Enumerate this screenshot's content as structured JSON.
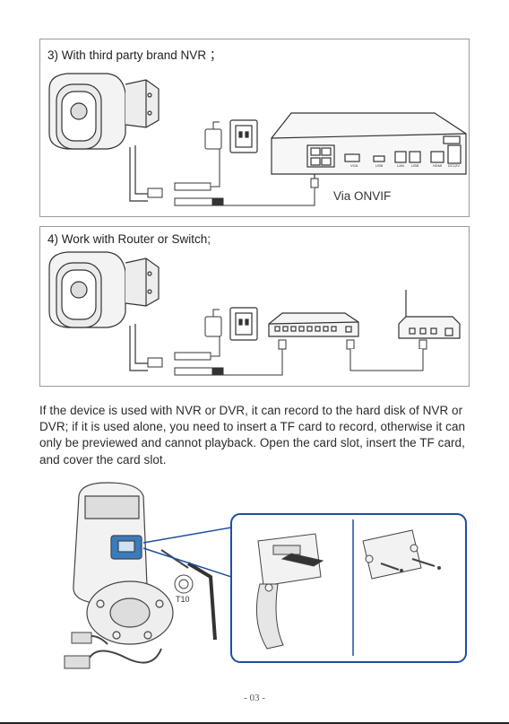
{
  "panel1": {
    "title": "3) With third party brand NVR ；",
    "via_label": "Via ONVIF",
    "nvr_port_labels": [
      "VGA",
      "USB",
      "LAN",
      "USB",
      "HDMI",
      "DC12V"
    ]
  },
  "panel2": {
    "title": "4) Work with Router or Switch;"
  },
  "body_text": "If the device is used with NVR or DVR, it can record to the hard disk of NVR or DVR; if it is used alone, you need to insert a TF card to record, otherwise it can only be previewed and cannot playback. Open the card slot, insert the TF card, and cover the card slot.",
  "illustration": {
    "wrench_label": "T10",
    "callout_border_color": "#1f4fa0"
  },
  "footer": {
    "page_number": "- 03 -"
  }
}
